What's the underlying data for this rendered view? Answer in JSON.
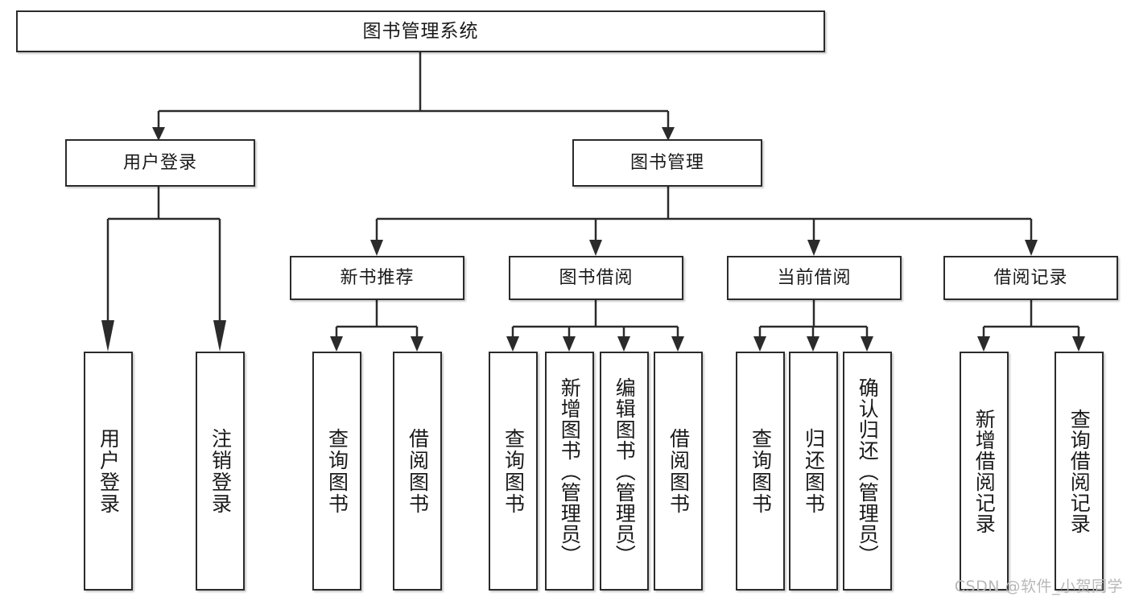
{
  "diagram": {
    "type": "tree-hierarchy",
    "title": "图书管理系统",
    "background_color": "#ffffff",
    "node_border_color": "#2b2b2b",
    "node_fill_color": "#ffffff",
    "connector_color": "#2b2b2b"
  },
  "nodes": {
    "root": {
      "label": "图书管理系统"
    },
    "level2": [
      {
        "id": "user-login",
        "label": "用户登录"
      },
      {
        "id": "book-manage",
        "label": "图书管理"
      }
    ],
    "level3": [
      {
        "id": "new-book-recommend",
        "label": "新书推荐"
      },
      {
        "id": "book-borrow",
        "label": "图书借阅"
      },
      {
        "id": "current-borrow",
        "label": "当前借阅"
      },
      {
        "id": "borrow-record",
        "label": "借阅记录"
      }
    ],
    "leaves": [
      {
        "id": "leaf-user-login",
        "label": "用户登录",
        "parent": "user-login"
      },
      {
        "id": "leaf-logout-login",
        "label": "注销登录",
        "parent": "user-login"
      },
      {
        "id": "leaf-query-book-1",
        "label": "查询图书",
        "parent": "new-book-recommend"
      },
      {
        "id": "leaf-borrow-book-1",
        "label": "借阅图书",
        "parent": "new-book-recommend"
      },
      {
        "id": "leaf-query-book-2",
        "label": "查询图书",
        "parent": "book-borrow"
      },
      {
        "id": "leaf-add-book",
        "label": "新增图书（管理员）",
        "parent": "book-borrow"
      },
      {
        "id": "leaf-edit-book",
        "label": "编辑图书（管理员）",
        "parent": "book-borrow"
      },
      {
        "id": "leaf-borrow-book-2",
        "label": "借阅图书",
        "parent": "book-borrow"
      },
      {
        "id": "leaf-query-book-3",
        "label": "查询图书",
        "parent": "current-borrow"
      },
      {
        "id": "leaf-return-book",
        "label": "归还图书",
        "parent": "current-borrow"
      },
      {
        "id": "leaf-confirm-return",
        "label": "确认归还（管理员）",
        "parent": "current-borrow"
      },
      {
        "id": "leaf-add-record",
        "label": "新增借阅记录",
        "parent": "borrow-record"
      },
      {
        "id": "leaf-query-record",
        "label": "查询借阅记录",
        "parent": "borrow-record"
      }
    ]
  },
  "watermark": {
    "text": "CSDN @软件_小贺同学"
  }
}
